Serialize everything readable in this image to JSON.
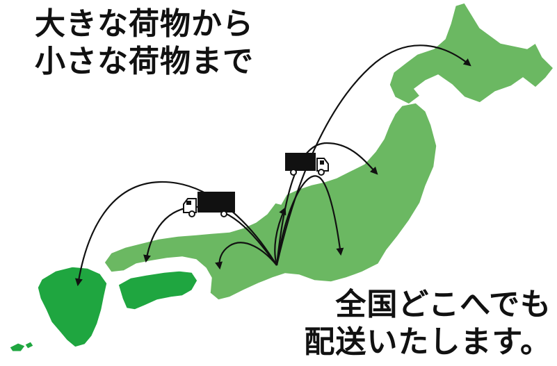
{
  "headline": {
    "line1": "大きな荷物から",
    "line2": "小さな荷物まで"
  },
  "footline": {
    "line1": "全国どこへでも",
    "line2": "配送いたします。"
  },
  "colors": {
    "land_light": "#6bb862",
    "land_kyushu": "#1fa640",
    "land_outline": "#ffffff",
    "route": "#111111",
    "truck": "#111111",
    "text": "#111111"
  }
}
